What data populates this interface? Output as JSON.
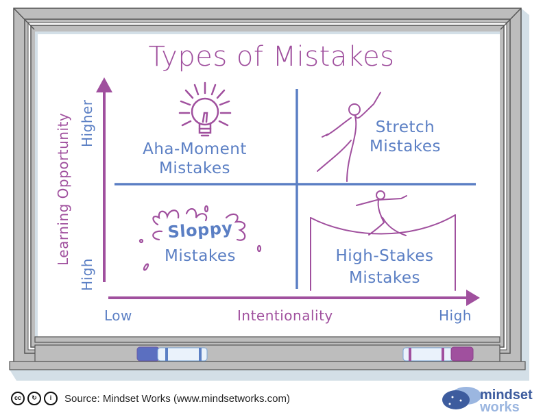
{
  "title": "Types of Mistakes",
  "quadrants": {
    "top_left": {
      "line1": "Aha-Moment",
      "line2": "Mistakes",
      "icon": "lightbulb-icon"
    },
    "top_right": {
      "line1": "Stretch",
      "line2": "Mistakes",
      "icon": "stretching-figure-icon"
    },
    "bottom_left": {
      "line1": "Sloppy",
      "line2": "Mistakes",
      "icon": "splash-icon"
    },
    "bottom_right": {
      "line1": "High-Stakes",
      "line2": "Mistakes",
      "icon": "tightrope-walker-icon"
    }
  },
  "y_axis": {
    "label": "Learning Opportunity",
    "low": "High",
    "high": "Higher"
  },
  "x_axis": {
    "label": "Intentionality",
    "low": "Low",
    "high": "High"
  },
  "footer": {
    "license_icons": [
      "cc-icon",
      "share-alike-icon",
      "attribution-icon"
    ],
    "source": "Source: Mindset Works (www.mindsetworks.com)",
    "logo_line1": "mindset",
    "logo_line2": "works"
  },
  "colors": {
    "purple": "#a0509e",
    "blue": "#5b7fc4",
    "frame": "#bdbdbd",
    "frame_line": "#555555",
    "shadow": "#d3dfe7"
  }
}
